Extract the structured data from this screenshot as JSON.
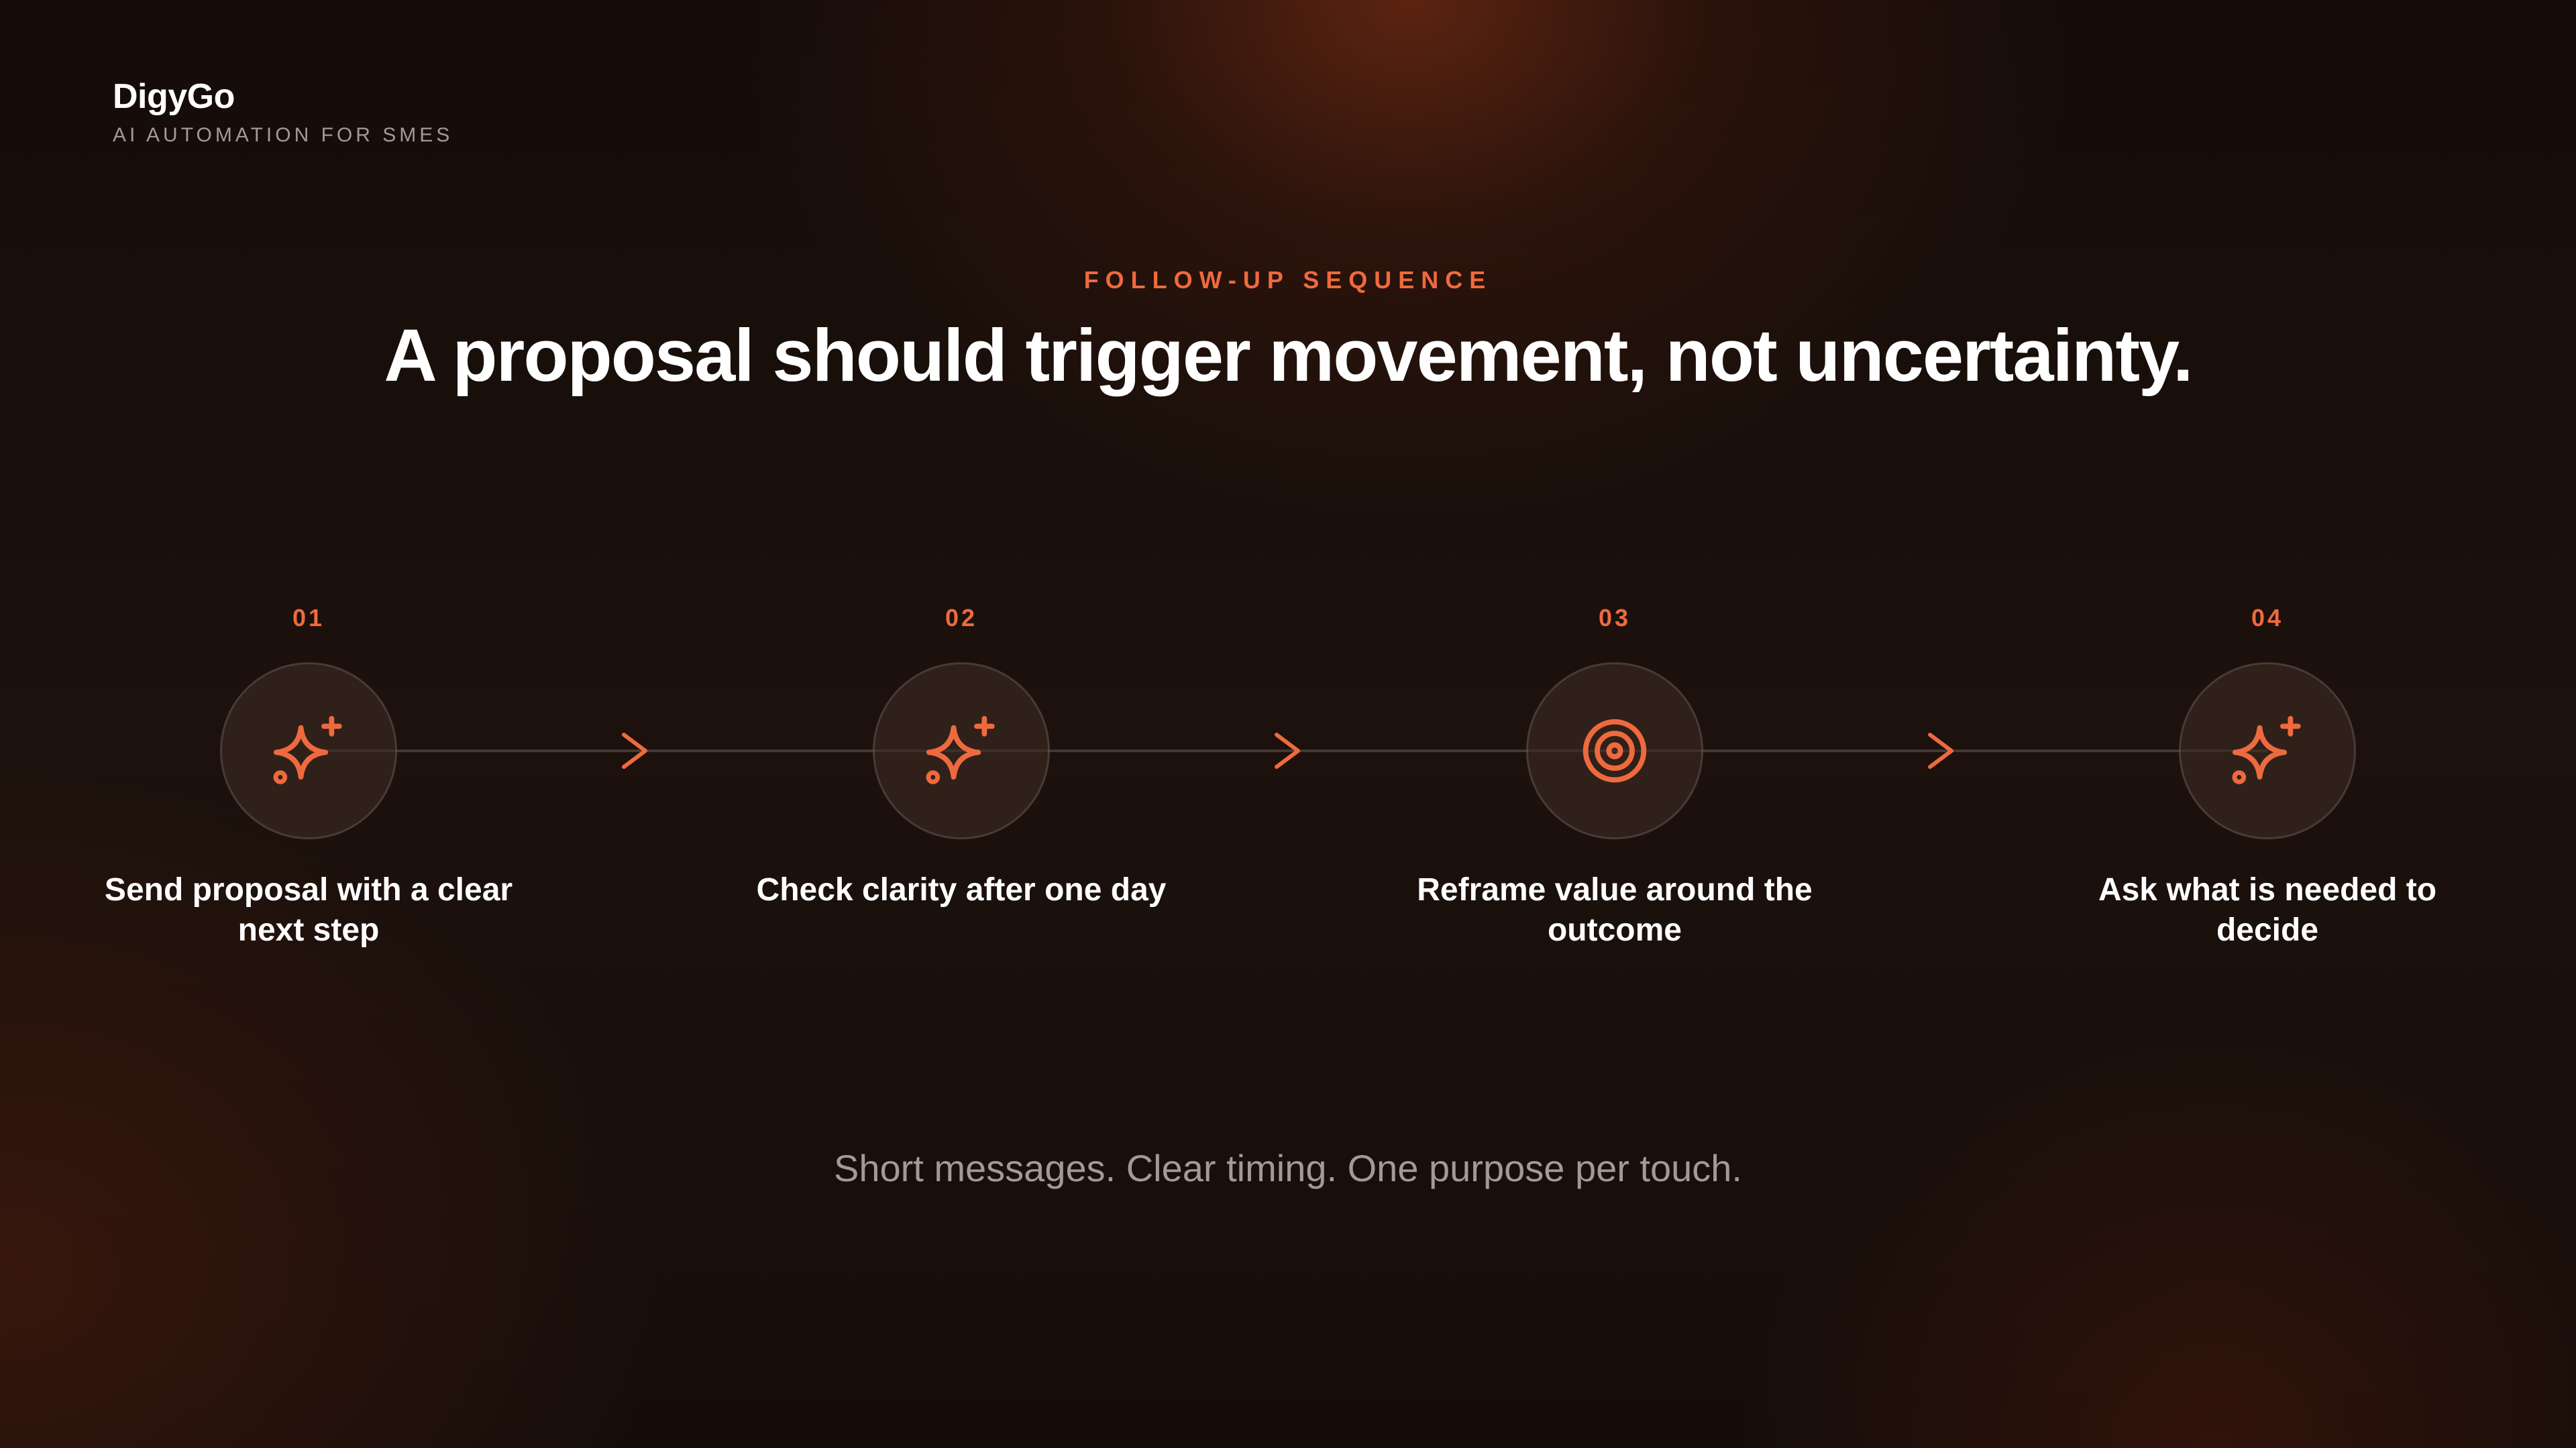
{
  "brand": {
    "name": "DigyGo",
    "tagline": "AI AUTOMATION FOR SMES"
  },
  "eyebrow": "FOLLOW-UP SEQUENCE",
  "headline": "A proposal should trigger movement, not uncertainty.",
  "steps": [
    {
      "number": "01",
      "icon": "sparkle-icon",
      "label": "Send proposal with a clear next step"
    },
    {
      "number": "02",
      "icon": "sparkle-icon",
      "label": "Check clarity after one day"
    },
    {
      "number": "03",
      "icon": "target-icon",
      "label": "Reframe value around the outcome"
    },
    {
      "number": "04",
      "icon": "sparkle-icon",
      "label": "Ask what is needed to decide"
    }
  ],
  "tagline": "Short messages. Clear timing. One purpose per touch.",
  "colors": {
    "accent": "#ee6a3e",
    "text": "#ffffff",
    "muted": "#a39a95",
    "background": "#130b08"
  }
}
